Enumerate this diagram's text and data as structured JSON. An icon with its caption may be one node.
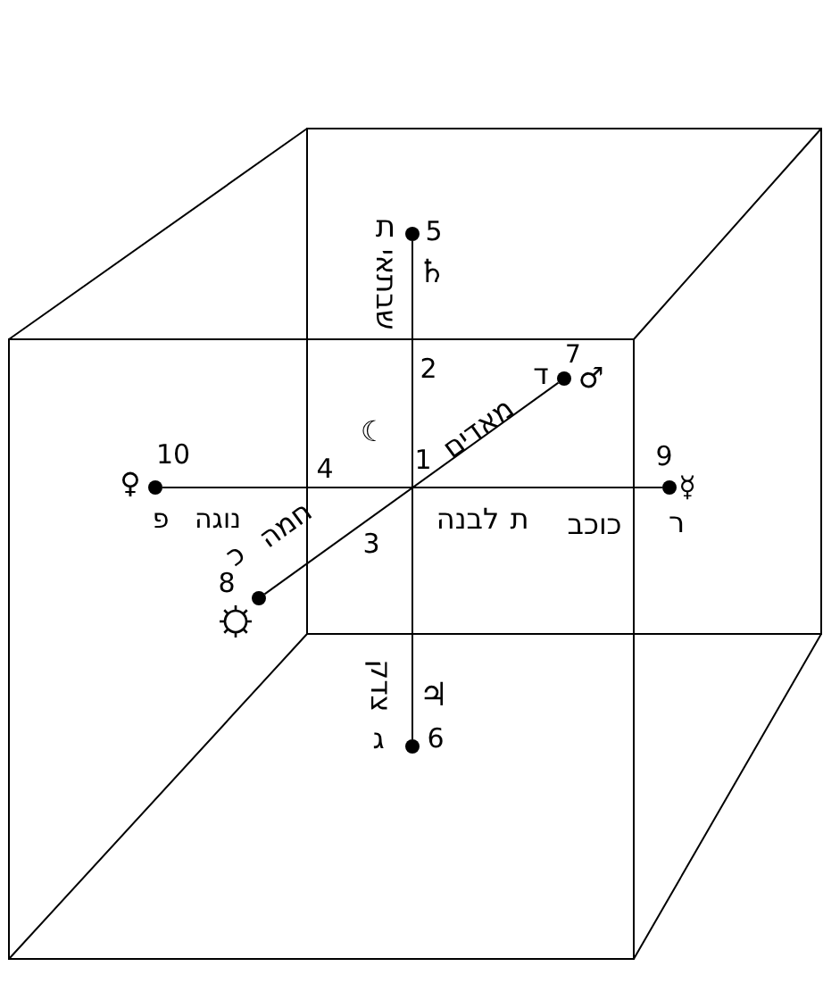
{
  "diagram": {
    "nodes": [
      {
        "text": [],
        "shape": "circle"
      },
      {
        "text": [],
        "shape": "circle"
      },
      {
        "text": [],
        "shape": "circle"
      },
      {
        "text": [],
        "shape": "circle"
      },
      {
        "text": [],
        "shape": "circle"
      },
      {
        "text": [],
        "shape": "circle"
      }
    ],
    "edges": [
      {
        "from": 0,
        "to": 5,
        "arrow": "none"
      },
      {
        "from": 1,
        "to": 4,
        "arrow": "none"
      },
      {
        "from": 3,
        "to": 2,
        "arrow": "none"
      }
    ],
    "labels": [
      "ת",
      "5",
      "שבתאי",
      "♄",
      "2",
      "7",
      "ד",
      "♂",
      "☾",
      "מאדים",
      "10",
      "♀",
      "4",
      "1",
      "9",
      "☿",
      "נוגה",
      "פ",
      "לבנה",
      "ת",
      "ר",
      "כוכב",
      "כ",
      "חמה",
      "3",
      "8",
      "צדק",
      "♃",
      "ג",
      "6"
    ]
  }
}
